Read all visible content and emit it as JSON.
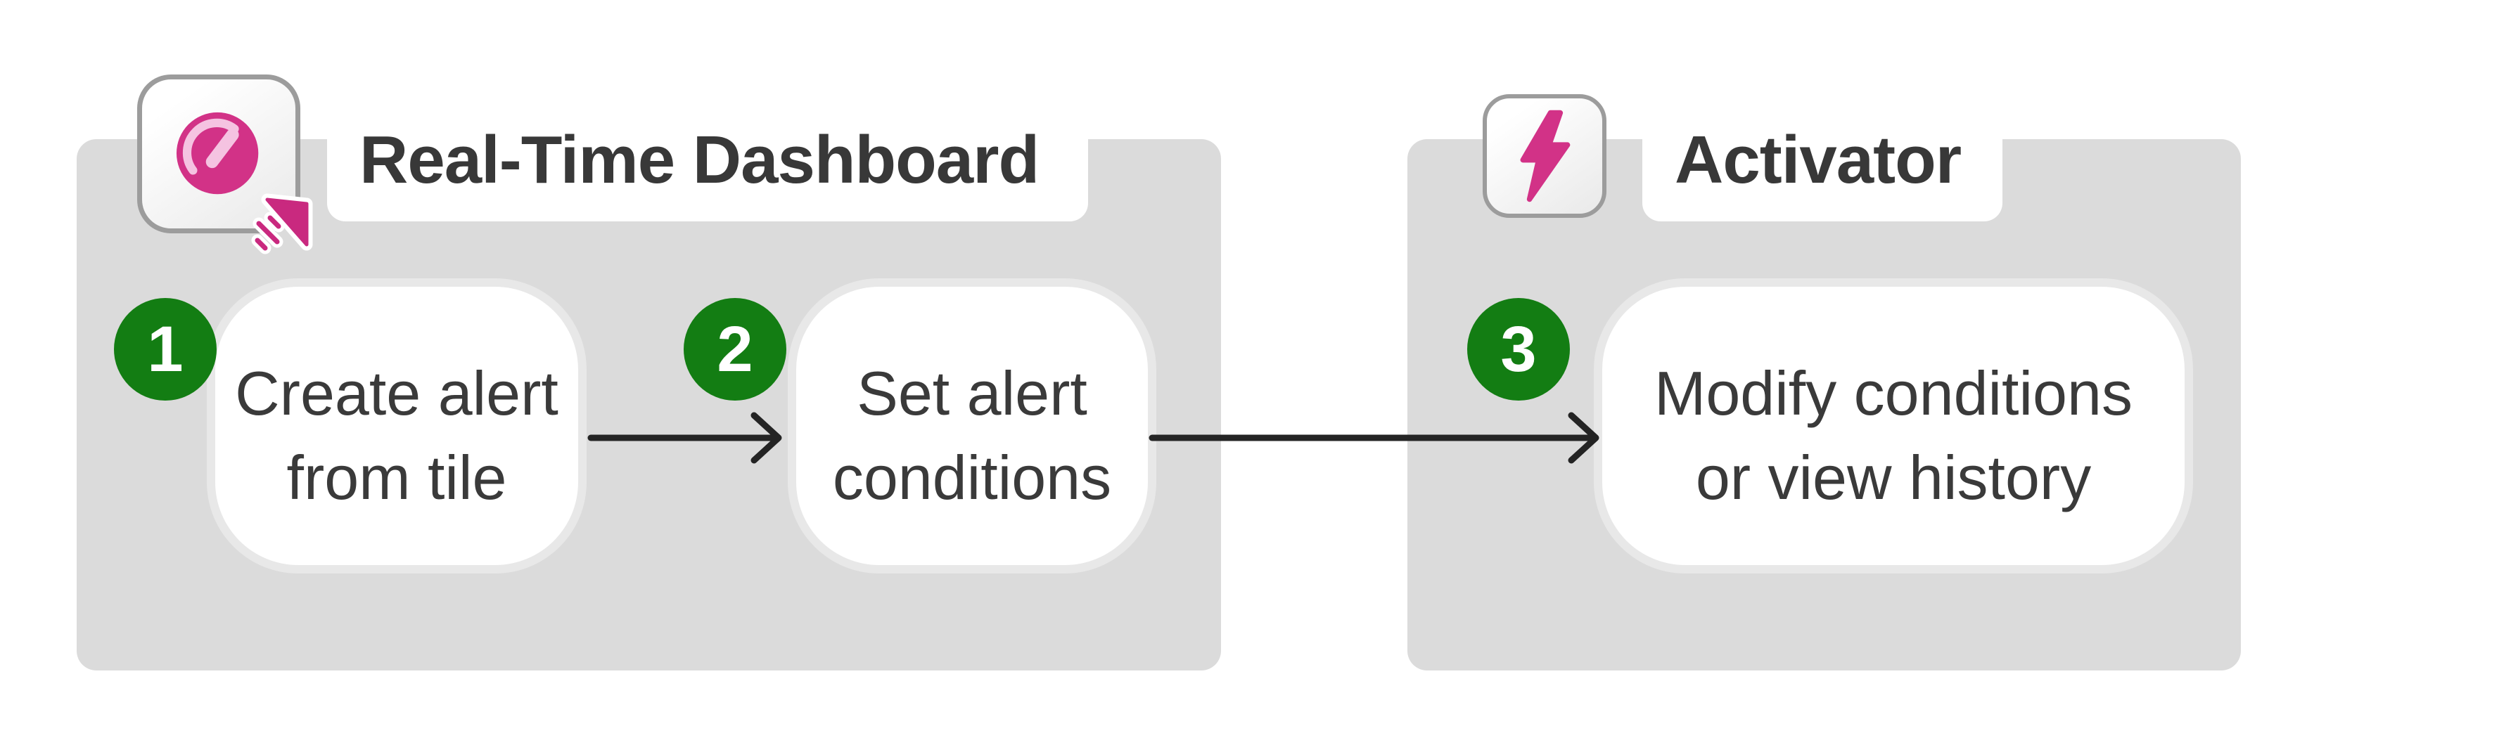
{
  "diagram": {
    "panels": [
      {
        "title": "Real-Time Dashboard",
        "icon": "gauge-dashboard-icon"
      },
      {
        "title": "Activator",
        "icon": "lightning-bolt-icon"
      }
    ],
    "steps": [
      {
        "number": "1",
        "line1": "Create alert",
        "line2": "from tile"
      },
      {
        "number": "2",
        "line1": "Set alert",
        "line2": "conditions"
      },
      {
        "number": "3",
        "line1": "Modify conditions",
        "line2": "or view history"
      }
    ]
  },
  "colors": {
    "panel_bg": "#dbdbdb",
    "step_badge_green": "#137d13",
    "brand_pink": "#d23287",
    "brand_pink_deep": "#c9297f",
    "brand_pink_light": "#f5c3e1",
    "title_text": "#383838",
    "step_text": "#3a3a3a",
    "arrow": "#242424",
    "tile_border": "#9c9c9c",
    "box_halo": "#e8e8e8",
    "white": "#ffffff"
  }
}
